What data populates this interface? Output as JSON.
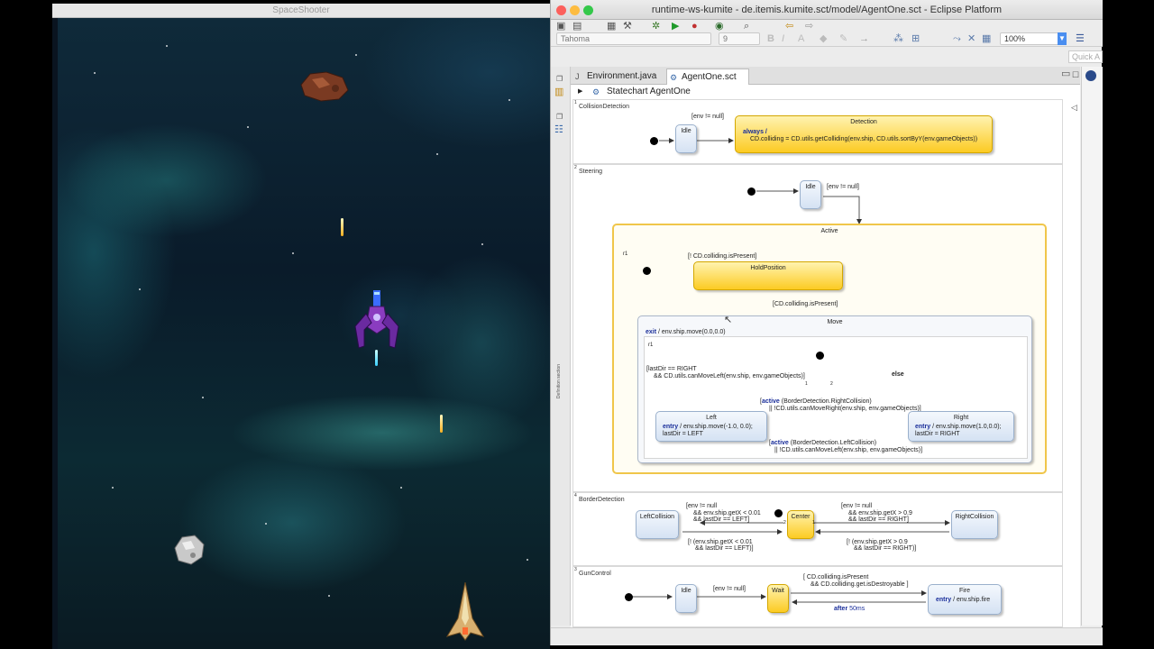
{
  "game": {
    "window_title": "SpaceShooter"
  },
  "ide": {
    "window_title": "runtime-ws-kumite - de.itemis.kumite.sct/model/AgentOne.sct - Eclipse Platform",
    "font_combo": "Tahoma",
    "size_combo": "9",
    "zoom_combo": "100%",
    "quick_access": "Quick A",
    "tabs": [
      {
        "label": "Environment.java",
        "active": false
      },
      {
        "label": "AgentOne.sct",
        "active": true,
        "close": "✕"
      }
    ],
    "breadcrumb": "Statechart AgentOne",
    "vertical_label": "Definition section"
  },
  "statechart": {
    "regions": [
      {
        "number": "1",
        "name": "CollisionDetection"
      },
      {
        "number": "2",
        "name": "Steering"
      },
      {
        "number": "4",
        "name": "BorderDetection"
      },
      {
        "number": "3",
        "name": "GunControl"
      }
    ],
    "cd": {
      "idle": "Idle",
      "guard": "[env != null]",
      "detection": "Detection",
      "always_kw": "always /",
      "action": "CD.colliding = CD.utils.getColliding(env.ship, CD.utils.sortByY(env.gameObjects))"
    },
    "steering": {
      "idle": "Idle",
      "guard": "[env != null]",
      "active": "Active",
      "r1": "r1",
      "hold_guard": "[! CD.colliding.isPresent]",
      "hold": "HoldPosition",
      "move_guard": "[CD.colliding.isPresent]",
      "move": "Move",
      "exit_kw": "exit",
      "exit_action": " / env.ship.move(0.0,0.0)",
      "move_r1": "r1",
      "left_guard_1": "[lastDir == RIGHT",
      "left_guard_2": "&& CD.utils.canMoveLeft(env.ship, env.gameObjects)]",
      "else": "else",
      "choice_1": "1",
      "choice_2": "2",
      "right_guard_kw": "active",
      "right_guard_1": " (BorderDetection.RightCollision)",
      "right_guard_2": "|| !CD.utils.canMoveRight(env.ship, env.gameObjects)]",
      "left_state": "Left",
      "left_entry_kw": "entry",
      "left_entry": " / env.ship.move(-1.0, 0.0);",
      "left_dir": "lastDir = LEFT",
      "right_state": "Right",
      "right_entry_kw": "entry",
      "right_entry": " / env.ship.move(1.0,0.0);",
      "right_dir": "lastDir = RIGHT",
      "left_back_kw": "active",
      "left_back_1": " (BorderDetection.LeftCollision)",
      "left_back_2": "|| !CD.utils.canMoveLeft(env.ship, env.gameObjects)]"
    },
    "border": {
      "left": "LeftCollision",
      "center": "Center",
      "right": "RightCollision",
      "tl_1": "[env != null",
      "tl_2": "&& env.ship.getX < 0.01",
      "tl_3": "&& lastDir == LEFT]",
      "tr_1": "[env != null",
      "tr_2": "&& env.ship.getX > 0.9",
      "tr_3": "&& lastDir == RIGHT]",
      "bl_1": "[! (env.ship.getX < 0.01",
      "bl_2": "&& lastDir == LEFT)]",
      "br_1": "[! (env.ship.getX > 0.9",
      "br_2": "&& lastDir == RIGHT)]",
      "n1": "1",
      "n2": "2"
    },
    "gun": {
      "idle": "Idle",
      "guard": "[env != null]",
      "wait": "Wait",
      "fire_guard_1": "[ CD.colliding.isPresent",
      "fire_guard_2": "&& CD.colliding.get.isDestroyable ]",
      "fire": "Fire",
      "fire_entry_kw": "entry",
      "fire_entry": " / env.ship.fire",
      "after_kw": "after",
      "after_val": " 50ms"
    }
  },
  "colors": {
    "state_blue": "#d5e2f3",
    "state_yellow": "#fccb23",
    "keyword": "#1a2e9a"
  }
}
